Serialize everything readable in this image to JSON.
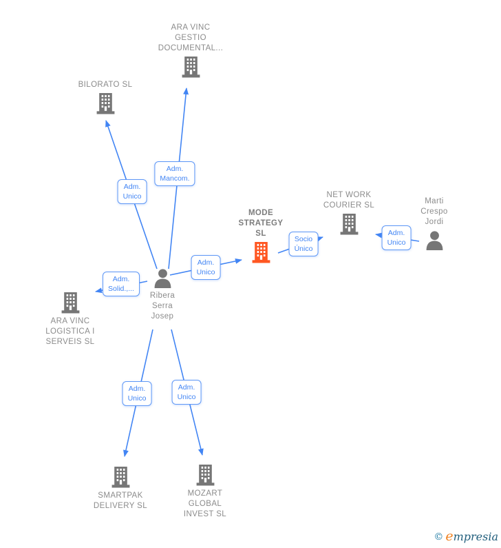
{
  "colors": {
    "edge_blue": "#4285f4",
    "label_border_blue": "#5e97f6",
    "node_gray": "#767676",
    "text_gray": "#8b8b8b",
    "highlight_orange": "#ff5722"
  },
  "nodes": {
    "ara_vinc_gestio": {
      "label": "ARA VINC\nGESTIO\nDOCUMENTAL...",
      "type": "company"
    },
    "bilorato": {
      "label": "BILORATO  SL",
      "type": "company"
    },
    "mode_strategy": {
      "label": "MODE\nSTRATEGY\nSL",
      "type": "company",
      "highlighted": true
    },
    "net_work_courier": {
      "label": "NET WORK\nCOURIER  SL",
      "type": "company"
    },
    "marti_crespo": {
      "label": "Marti\nCrespo\nJordi",
      "type": "person"
    },
    "ribera_serra": {
      "label": "Ribera\nSerra\nJosep",
      "type": "person"
    },
    "ara_vinc_logistica": {
      "label": "ARA VINC\nLOGISTICA I\nSERVEIS  SL",
      "type": "company"
    },
    "smartpak": {
      "label": "SMARTPAK\nDELIVERY  SL",
      "type": "company"
    },
    "mozart": {
      "label": "MOZART\nGLOBAL\nINVEST  SL",
      "type": "company"
    }
  },
  "edges": {
    "ribera_to_bilorato": {
      "label": "Adm.\nUnico"
    },
    "ribera_to_ara_gestio": {
      "label": "Adm.\nMancom."
    },
    "ribera_to_mode_strategy": {
      "label": "Adm.\nUnico"
    },
    "mode_to_net_work": {
      "label": "Socio\nÚnico"
    },
    "marti_to_net_work": {
      "label": "Adm.\nUnico"
    },
    "ribera_to_ara_logistica": {
      "label": "Adm.\nSolid.,..."
    },
    "ribera_to_smartpak": {
      "label": "Adm.\nUnico"
    },
    "ribera_to_mozart": {
      "label": "Adm.\nUnico"
    }
  },
  "watermark": {
    "copyright": "©",
    "brand_first_letter": "e",
    "brand_rest": "mpresia"
  }
}
